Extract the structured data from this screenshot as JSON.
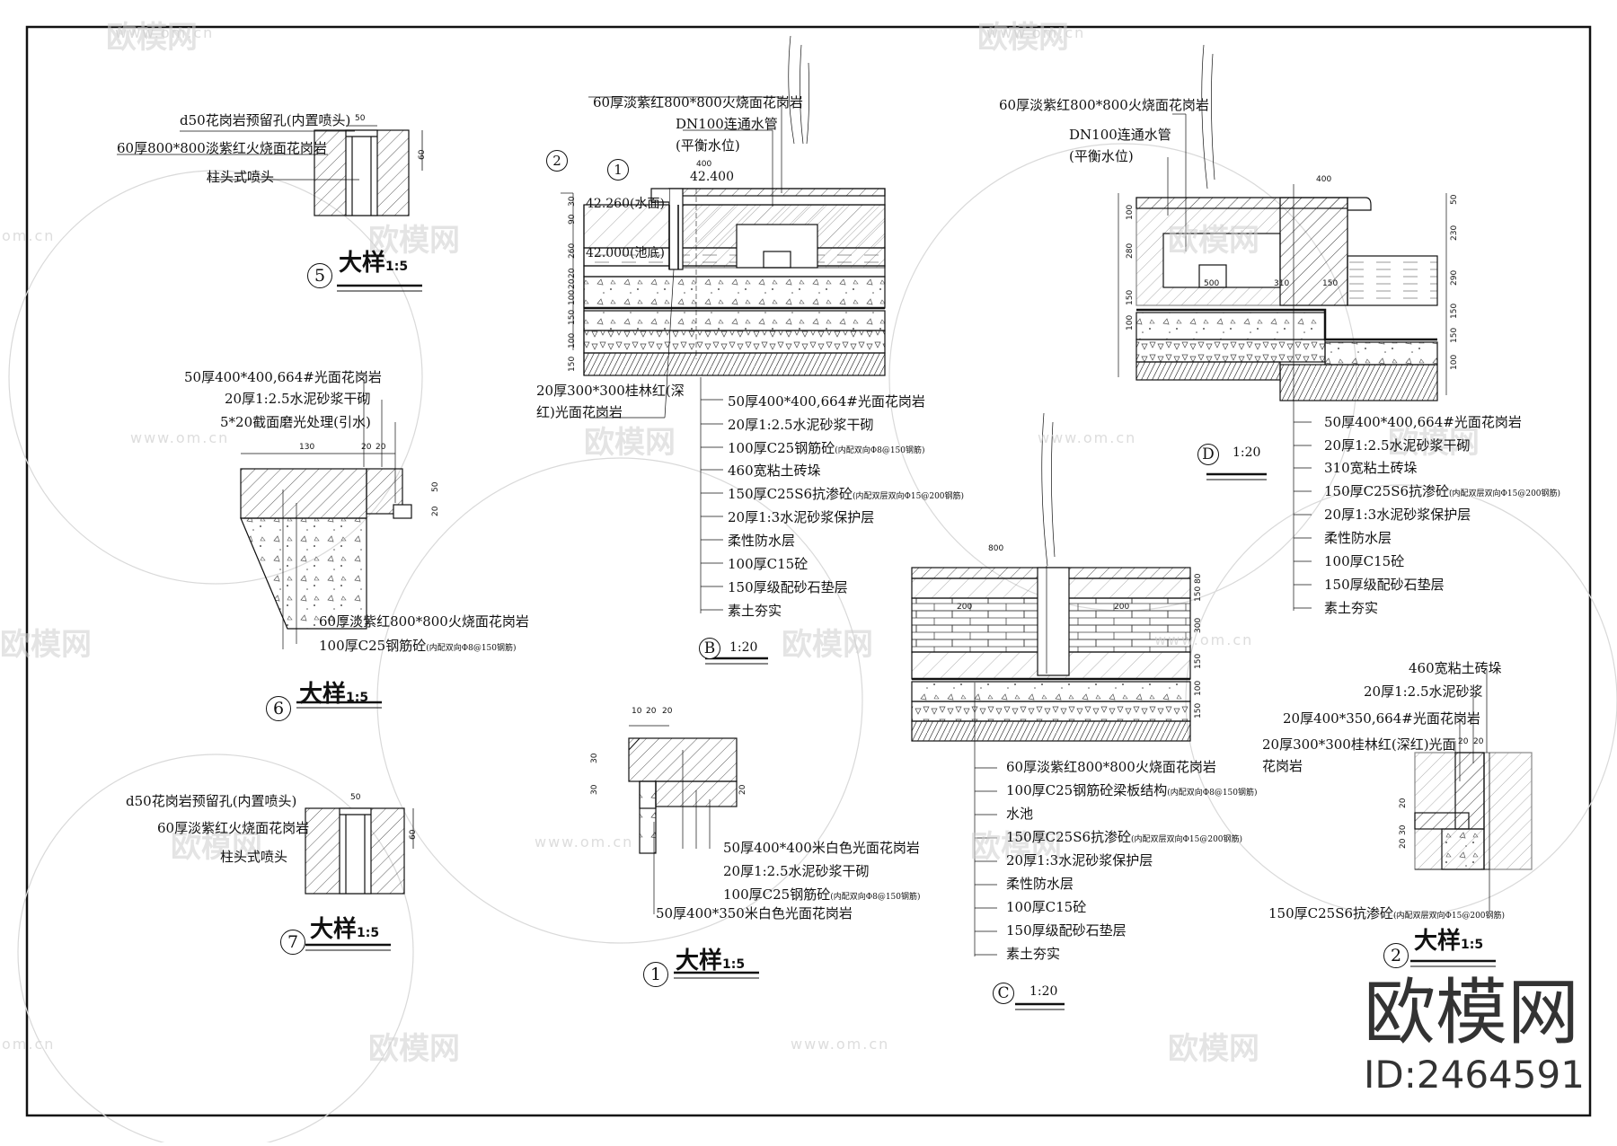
{
  "watermark": {
    "text": "欧模网",
    "url": "www.om.cn",
    "short_url": "om.cn"
  },
  "brand": {
    "name": "欧模网",
    "id": "ID:2464591"
  },
  "detail5": {
    "num": "5",
    "title": "大样",
    "scale": "1:5",
    "labels": [
      "d50花岗岩预留孔(内置喷头)",
      "60厚800*800淡紫红火烧面花岗岩",
      "柱头式喷头"
    ],
    "dims": [
      "50",
      "60"
    ]
  },
  "detail6": {
    "num": "6",
    "title": "大样",
    "scale": "1:5",
    "labels": [
      "50厚400*400,664#光面花岗岩",
      "20厚1:2.5水泥砂浆干砌",
      "5*20截面磨光处理(引水)",
      "60厚淡紫红800*800火烧面花岗岩",
      "100厚C25钢筋砼"
    ],
    "note": "(内配双向Φ8@150钢筋)",
    "dims": [
      "130",
      "20",
      "20",
      "50",
      "20"
    ]
  },
  "detail7": {
    "num": "7",
    "title": "大样",
    "scale": "1:5",
    "labels": [
      "d50花岗岩预留孔(内置喷头)",
      "60厚淡紫红火烧面花岗岩",
      "柱头式喷头"
    ],
    "dims": [
      "50",
      "60"
    ]
  },
  "detailB": {
    "num": "B",
    "scale": "1:20",
    "top_labels": [
      "60厚淡紫红800*800火烧面花岗岩",
      "DN100连通水管",
      "(平衡水位)"
    ],
    "refs": [
      "2",
      "1"
    ],
    "elev": [
      "42.400",
      "42.260(水面)",
      "42.000(池底)"
    ],
    "side_label": [
      "20厚300*300桂林红(深",
      "红)光面花岗岩"
    ],
    "layers": [
      "50厚400*400,664#光面花岗岩",
      "20厚1:2.5水泥砂浆干砌",
      "100厚C25钢筋砼",
      "460宽粘土砖垛",
      "150厚C25S6抗渗砼",
      "20厚1:3水泥砂浆保护层",
      "柔性防水层",
      "100厚C15砼",
      "150厚级配砂石垫层",
      "素土夯实"
    ],
    "notes": [
      "(内配双向Φ8@150钢筋)",
      "(内配双层双向Φ15@200钢筋)"
    ],
    "dims": [
      "400",
      "30",
      "90",
      "260",
      "20",
      "20",
      "100",
      "150",
      "100",
      "150"
    ]
  },
  "detailC": {
    "num": "C",
    "scale": "1:20",
    "layers": [
      "60厚淡紫红800*800火烧面花岗岩",
      "100厚C25钢筋砼梁板结构",
      "水池",
      "150厚C25S6抗渗砼",
      "20厚1:3水泥砂浆保护层",
      "柔性防水层",
      "100厚C15砼",
      "150厚级配砂石垫层",
      "素土夯实"
    ],
    "notes": [
      "(内配双向Φ8@150钢筋)",
      "(内配双层双向Φ15@200钢筋)"
    ],
    "dims": [
      "800",
      "200",
      "200",
      "80",
      "150",
      "300",
      "150",
      "100",
      "150"
    ]
  },
  "detailD": {
    "num": "D",
    "scale": "1:20",
    "top_labels": [
      "60厚淡紫红800*800火烧面花岗岩",
      "DN100连通水管",
      "(平衡水位)"
    ],
    "layers": [
      "50厚400*400,664#光面花岗岩",
      "20厚1:2.5水泥砂浆干砌",
      "310宽粘土砖垛",
      "150厚C25S6抗渗砼",
      "20厚1:3水泥砂浆保护层",
      "柔性防水层",
      "100厚C15砼",
      "150厚级配砂石垫层",
      "素土夯实"
    ],
    "notes": [
      "(内配双层双向Φ15@200钢筋)"
    ],
    "dims": [
      "400",
      "500",
      "310",
      "150",
      "100",
      "280",
      "150",
      "100",
      "50",
      "230",
      "290",
      "150",
      "150",
      "100"
    ]
  },
  "detail1": {
    "num": "1",
    "title": "大样",
    "scale": "1:5",
    "labels": [
      "50厚400*400米白色光面花岗岩",
      "20厚1:2.5水泥砂浆干砌",
      "100厚C25钢筋砼",
      "50厚400*350米白色光面花岗岩"
    ],
    "note": "(内配双向Φ8@150钢筋)",
    "dims": [
      "10",
      "20",
      "20",
      "30",
      "30",
      "20"
    ]
  },
  "detail2": {
    "num": "2",
    "title": "大样",
    "scale": "1:5",
    "labels": [
      "460宽粘土砖垛",
      "20厚1:2.5水泥砂浆",
      "20厚400*350,664#光面花岗岩",
      "20厚300*300桂林红(深红)光面",
      "花岗岩",
      "150厚C25S6抗渗砼"
    ],
    "note": "(内配双层双向Φ15@200钢筋)",
    "dims": [
      "20",
      "20",
      "20",
      "30",
      "20"
    ]
  }
}
